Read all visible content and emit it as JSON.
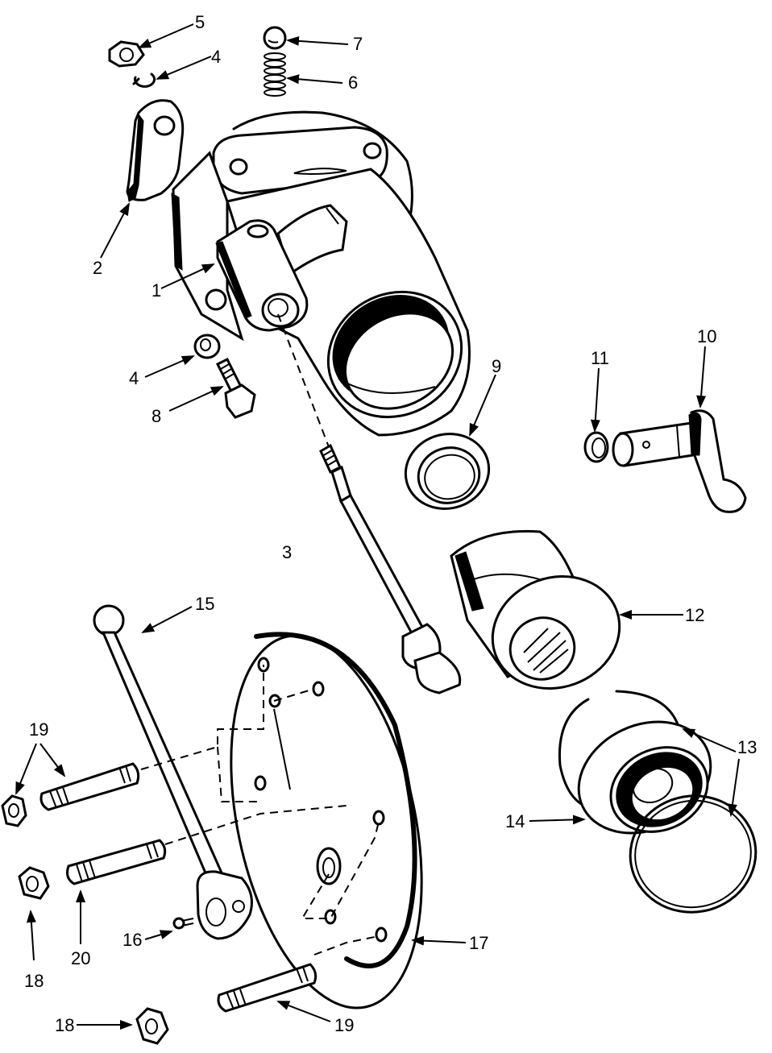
{
  "figure": {
    "type": "exploded-parts-diagram",
    "callouts": [
      {
        "id": "c1",
        "label": "1"
      },
      {
        "id": "c2",
        "label": "2"
      },
      {
        "id": "c3",
        "label": "3"
      },
      {
        "id": "c4a",
        "label": "4"
      },
      {
        "id": "c4b",
        "label": "4"
      },
      {
        "id": "c5",
        "label": "5"
      },
      {
        "id": "c6",
        "label": "6"
      },
      {
        "id": "c7",
        "label": "7"
      },
      {
        "id": "c8",
        "label": "8"
      },
      {
        "id": "c9",
        "label": "9"
      },
      {
        "id": "c10",
        "label": "10"
      },
      {
        "id": "c11",
        "label": "11"
      },
      {
        "id": "c12",
        "label": "12"
      },
      {
        "id": "c13",
        "label": "13"
      },
      {
        "id": "c14",
        "label": "14"
      },
      {
        "id": "c15",
        "label": "15"
      },
      {
        "id": "c16",
        "label": "16"
      },
      {
        "id": "c17",
        "label": "17"
      },
      {
        "id": "c18a",
        "label": "18"
      },
      {
        "id": "c18b",
        "label": "18"
      },
      {
        "id": "c19a",
        "label": "19"
      },
      {
        "id": "c19b",
        "label": "19"
      },
      {
        "id": "c20",
        "label": "20"
      }
    ]
  }
}
